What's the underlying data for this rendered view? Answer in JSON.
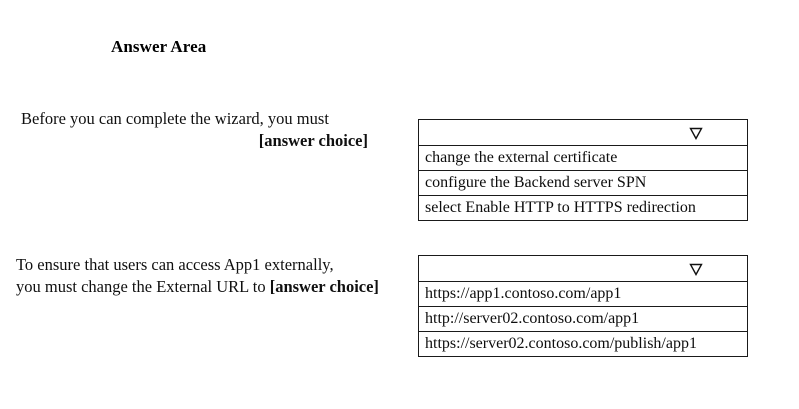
{
  "page": {
    "background_color": "#ffffff",
    "text_color": "#000000",
    "border_color": "#1a1a1a",
    "heading": "Answer Area"
  },
  "questions": [
    {
      "id": "q1",
      "prompt_line_1": "Before you can complete the wizard, you must",
      "prompt_line_2_placeholder": "[answer choice]",
      "dropdown": {
        "selected_value": "",
        "caret_icon": "triangle-down-icon",
        "options": [
          "change the external certificate",
          "configure the Backend server SPN",
          "select Enable HTTP to HTTPS redirection"
        ]
      }
    },
    {
      "id": "q2",
      "prompt_line_1": "To ensure that users can access App1 externally,",
      "prompt_line_2_prefix": "you must change the External URL to ",
      "prompt_line_2_placeholder": "[answer choice]",
      "dropdown": {
        "selected_value": "",
        "caret_icon": "triangle-down-icon",
        "options": [
          "https://app1.contoso.com/app1",
          "http://server02.contoso.com/app1",
          "https://server02.contoso.com/publish/app1"
        ]
      }
    }
  ]
}
